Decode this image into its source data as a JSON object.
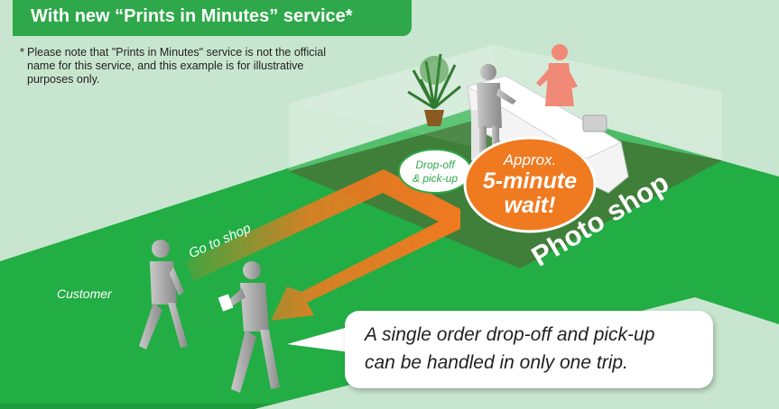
{
  "header": {
    "title": "With new “Prints in Minutes” service*"
  },
  "note": {
    "marker": "*",
    "text": "Please note that \"Prints in Minutes\" service is not the official name for this service, and this example is for illustrative purposes only."
  },
  "labels": {
    "customer": "Customer",
    "go_to_shop": "Go to shop",
    "photo_shop": "Photo shop",
    "drop_off_line1": "Drop-off",
    "drop_off_line2": "& pick-up",
    "wait_line1": "Approx.",
    "wait_line2": "5-minute",
    "wait_line3": "wait!"
  },
  "speech": {
    "line1": "A single order drop-off and pick-up",
    "line2": "can be handled in only one trip."
  },
  "colors": {
    "background": "#c8e6cf",
    "brand_green": "#2ea84a",
    "ground_green": "#23ad45",
    "arrow_orange": "#f07a20",
    "clerk_salmon": "#f08a77",
    "figure_gray": "#9a9a9a"
  }
}
